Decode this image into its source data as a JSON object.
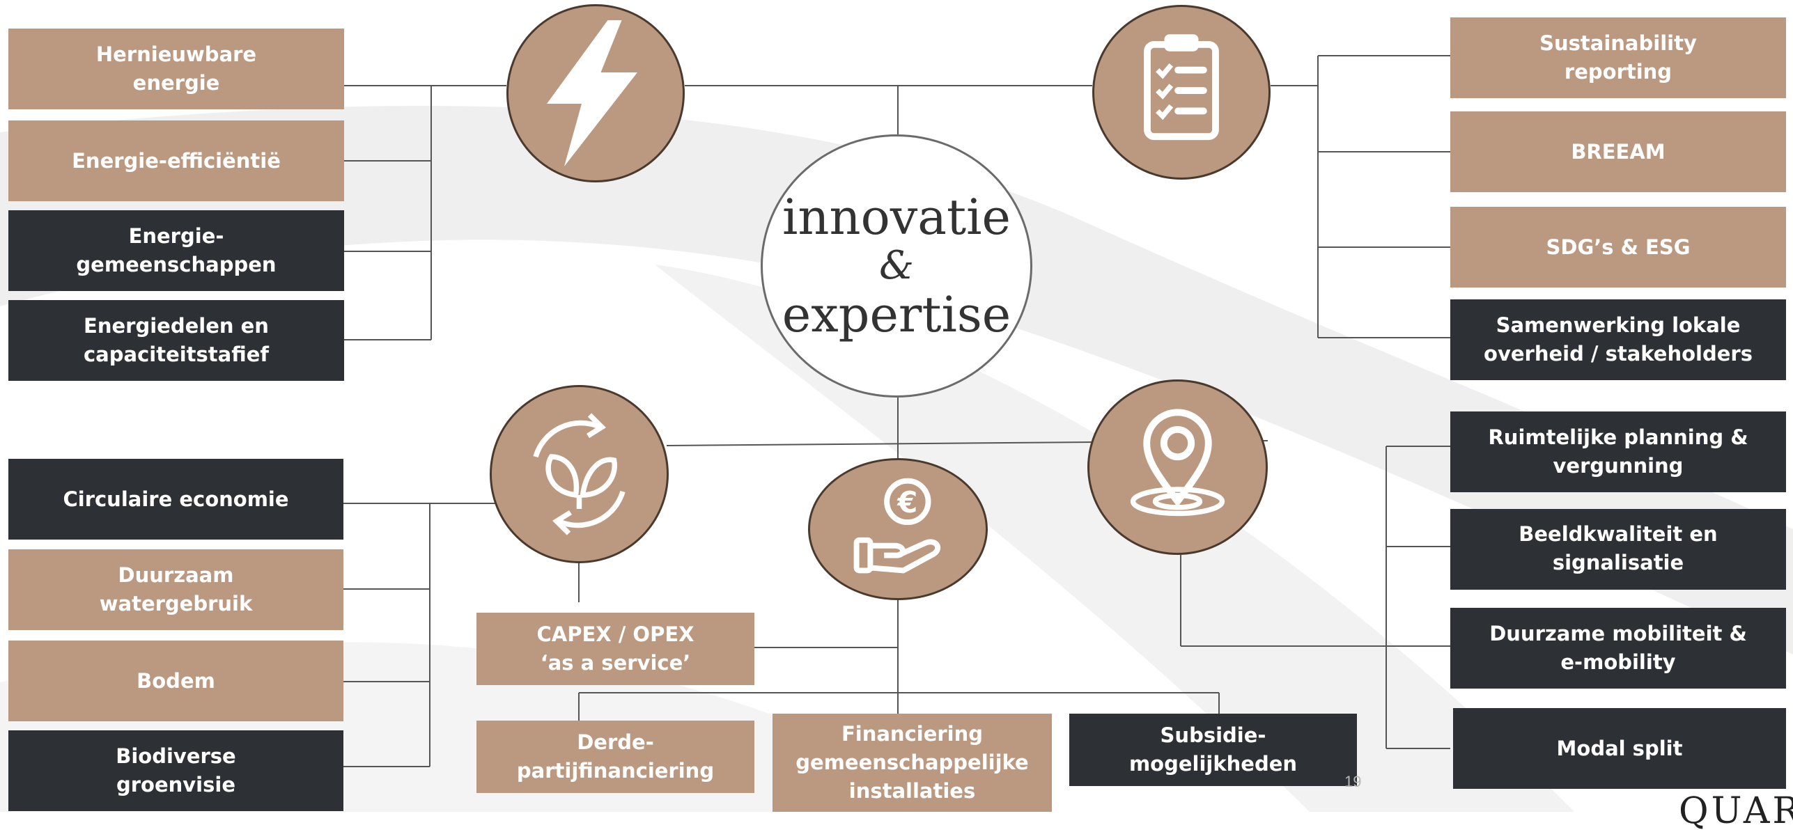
{
  "center": {
    "line1": "innovatie",
    "line2": "&",
    "line3": "expertise"
  },
  "icons": {
    "energy": "lightning-bolt-icon",
    "reporting": "clipboard-checklist-icon",
    "circular": "recycle-leaf-icon",
    "finance": "euro-hand-icon",
    "location": "map-pin-icon"
  },
  "colors": {
    "tan": "#bb9880",
    "dark": "#2d3135",
    "icon_border": "#4a3a2e",
    "line": "#555555"
  },
  "left_top": [
    {
      "label": "Hernieuwbare\nenergie",
      "style": "tan"
    },
    {
      "label": "Energie-efficiëntië",
      "style": "tan"
    },
    {
      "label": "Energie-\ngemeenschappen",
      "style": "dark"
    },
    {
      "label": "Energiedelen en\ncapaciteitstafief",
      "style": "dark"
    }
  ],
  "left_bottom": [
    {
      "label": "Circulaire economie",
      "style": "dark"
    },
    {
      "label": "Duurzaam\nwatergebruik",
      "style": "tan"
    },
    {
      "label": "Bodem",
      "style": "tan"
    },
    {
      "label": "Biodiverse\ngroenvisie",
      "style": "dark"
    }
  ],
  "right_top": [
    {
      "label": "Sustainability\nreporting",
      "style": "tan"
    },
    {
      "label": "BREEAM",
      "style": "tan"
    },
    {
      "label": "SDG’s & ESG",
      "style": "tan"
    },
    {
      "label": "Samenwerking lokale\noverheid / stakeholders",
      "style": "dark"
    }
  ],
  "right_bottom": [
    {
      "label": "Ruimtelijke planning &\nvergunning",
      "style": "dark"
    },
    {
      "label": "Beeldkwaliteit en signalisatie",
      "style": "dark"
    },
    {
      "label": "Duurzame mobiliteit &\ne-mobility",
      "style": "dark"
    },
    {
      "label": "Modal split",
      "style": "dark"
    }
  ],
  "finance": {
    "capex": {
      "label": "CAPEX / OPEX\n‘as a service’",
      "style": "tan"
    },
    "items": [
      {
        "label": "Derde-\npartijfinanciering",
        "style": "tan"
      },
      {
        "label": "Financiering\ngemeenschappelijke\ninstallaties",
        "style": "tan"
      },
      {
        "label": "Subsidie-\nmogelijkheden",
        "style": "dark"
      }
    ]
  },
  "page_number": "19",
  "logo": "QUAR"
}
